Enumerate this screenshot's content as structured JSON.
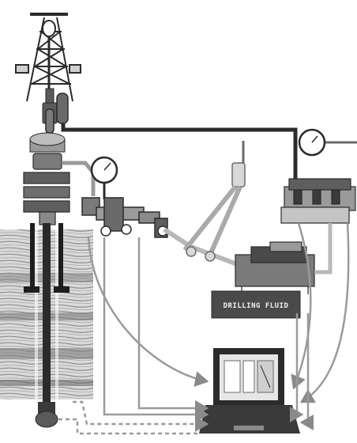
{
  "figure": {
    "fluid_label": "DRILLING FLUID"
  },
  "components": {
    "derrick": "derrick-tower",
    "bop": "blowout-preventer",
    "choke_manifold": "choke-manifold",
    "mud_pump": "mud-pump",
    "degasser": "degasser-unit",
    "mud_tank": "drilling-fluid-tank",
    "laptop": "monitoring-laptop",
    "gauges": [
      "pressure-gauge-standpipe",
      "pressure-gauge-pump"
    ]
  },
  "colors": {
    "pipe_dark": "#2b2b2b",
    "pipe_light": "#cfcfcf",
    "signal_line": "#9a9a9a",
    "formation_dark": "#3a3a3a",
    "label_bg": "#4a4a4a",
    "screen": "#e6e6e6"
  }
}
